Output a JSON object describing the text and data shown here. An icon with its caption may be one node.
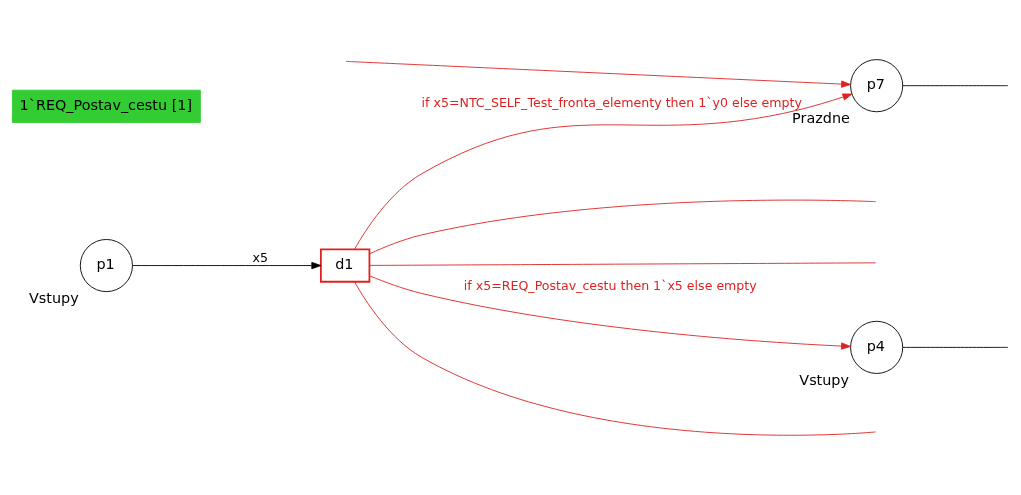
{
  "diagram": {
    "nodes": [
      {
        "text": [
          "p1"
        ],
        "beside": [
          "Vstupy"
        ]
      },
      {
        "text": [
          "d1"
        ]
      },
      {
        "text": [
          "p4"
        ],
        "beside": [
          "Vstupy"
        ]
      },
      {
        "text": [
          "p7"
        ],
        "beside": [
          "Prazdne"
        ]
      }
    ],
    "edges": [
      {
        "from": 0,
        "to": 1,
        "arrow": "to",
        "label": "x5",
        "color": "#000000"
      },
      {
        "from": 1,
        "to": 2,
        "arrow": "to",
        "label": "if x5=REQ_Postav_cestu then 1`x5 else empty"
      },
      {
        "from": 1,
        "to": 3,
        "arrow": "to",
        "label": "if x5=NTC_SELF_Test_fronta_elementy then 1`y0 else empty"
      },
      {
        "from": 1,
        "to": null,
        "arrow": "none"
      },
      {
        "from": 1,
        "to": null,
        "arrow": "none"
      },
      {
        "from": 1,
        "to": null,
        "arrow": "none"
      },
      {
        "from": 2,
        "to": null,
        "arrow": "none",
        "color": "#000000"
      },
      {
        "from": null,
        "to": 3,
        "arrow": "to"
      },
      {
        "from": 3,
        "to": null,
        "arrow": "none",
        "color": "#000000"
      }
    ],
    "labels": [
      "1`REQ_Postav_cestu [1]"
    ]
  }
}
